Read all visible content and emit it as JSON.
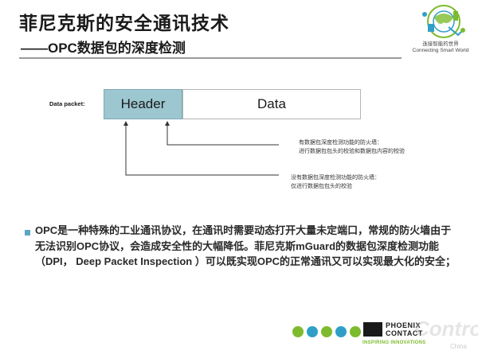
{
  "header": {
    "title": "菲尼克斯的安全通讯技术",
    "subtitle": "——OPC数据包的深度检测",
    "tagline_cn": "连接智能的世界",
    "tagline_en": "Connecting Smart World"
  },
  "diagram": {
    "data_packet_label": "Data packet:",
    "header_label": "Header",
    "data_label": "Data",
    "annotation_dpi_line1": "有数据包深度检测功能的防火墙：",
    "annotation_dpi_line2": "进行数据包包头的校验和数据包内容的校验",
    "annotation_nodpi_line1": "没有数据包深度检测功能的防火墙：",
    "annotation_nodpi_line2": "仅进行数据包包头的校验"
  },
  "body": {
    "paragraph": "OPC是一种特殊的工业通讯协议，在通讯时需要动态打开大量未定端口，常规的防火墙由于无法识别OPC协议，会造成安全性的大幅降低。菲尼克斯mGuard的数据包深度检测功能（DPI， Deep Packet Inspection ）可以既实现OPC的正常通讯又可以实现最大化的安全；"
  },
  "footer": {
    "brand_line1": "PHOENIX",
    "brand_line2": "CONTACT",
    "brand_slogan": "INSPIRING INNOVATIONS",
    "watermark": "Control",
    "watermark_sub": "China"
  },
  "colors": {
    "header_fill": "#9cc6d0",
    "bullet": "#5aa7c4",
    "dot_green": "#7dbb2e",
    "dot_blue": "#2f9fc8"
  }
}
